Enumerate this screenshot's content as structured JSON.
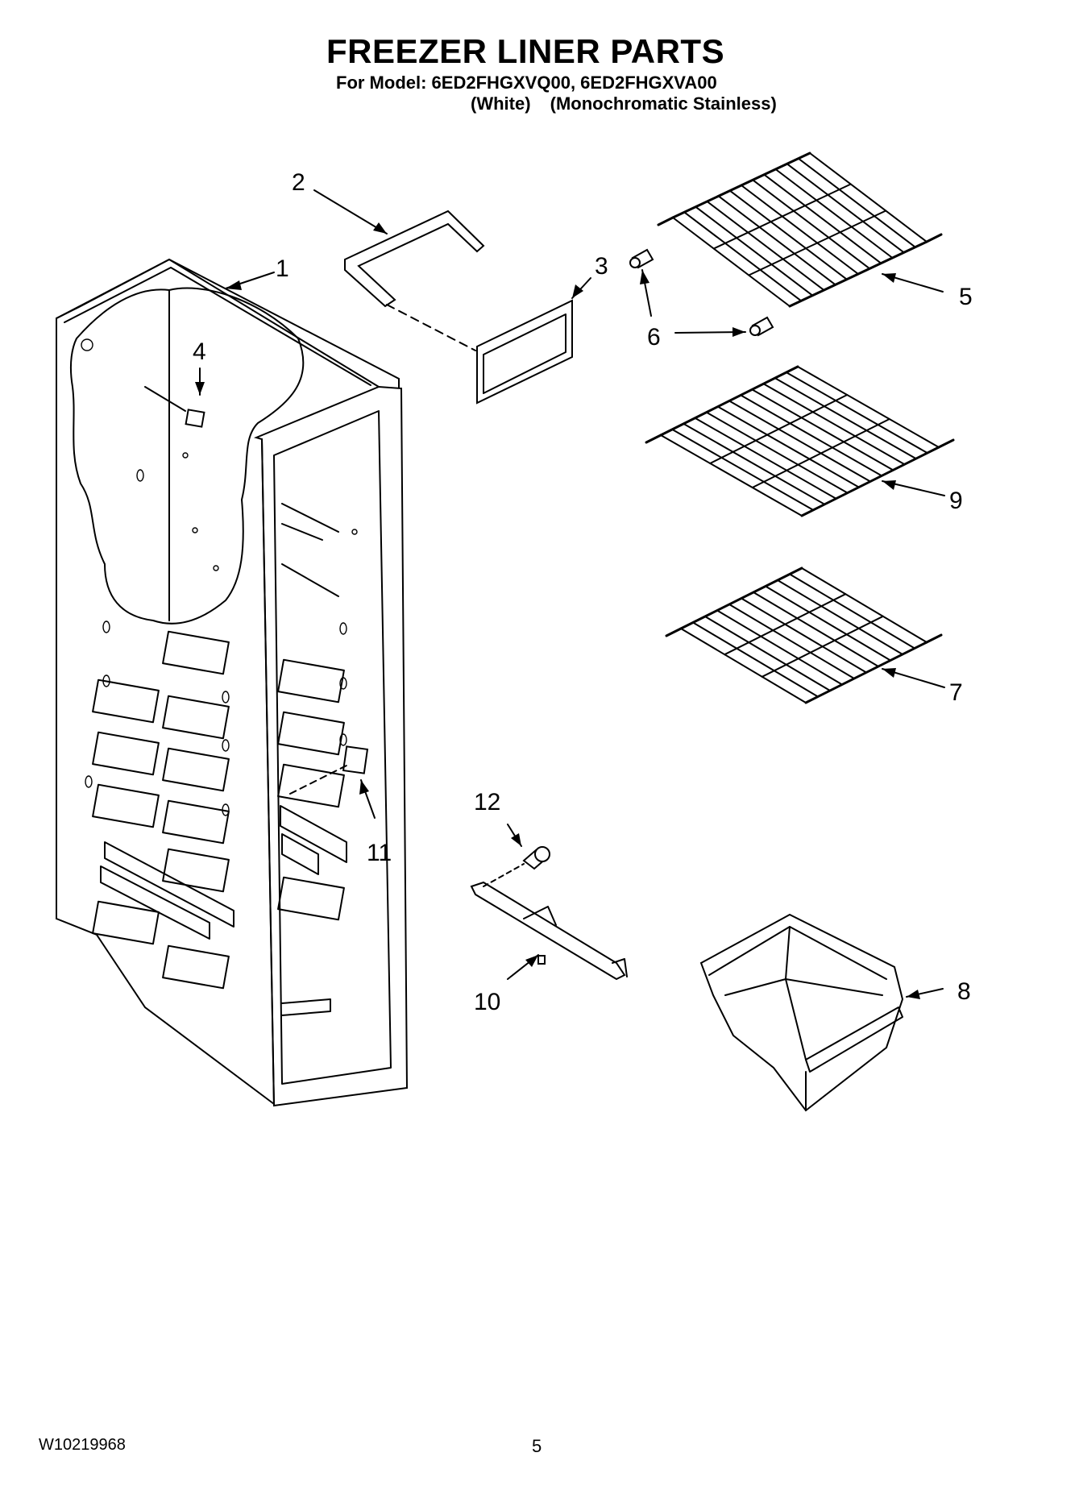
{
  "header": {
    "title": "FREEZER LINER PARTS",
    "model_line": "For Model: 6ED2FHGXVQ00, 6ED2FHGXVA00",
    "variant_1": "(White)",
    "variant_2": "(Monochromatic Stainless)"
  },
  "callouts": {
    "c1": "1",
    "c2": "2",
    "c3": "3",
    "c4": "4",
    "c5": "5",
    "c6": "6",
    "c7": "7",
    "c8": "8",
    "c9": "9",
    "c10": "10",
    "c11": "11",
    "c12": "12"
  },
  "footer": {
    "doc_number": "W10219968",
    "page_number": "5"
  }
}
